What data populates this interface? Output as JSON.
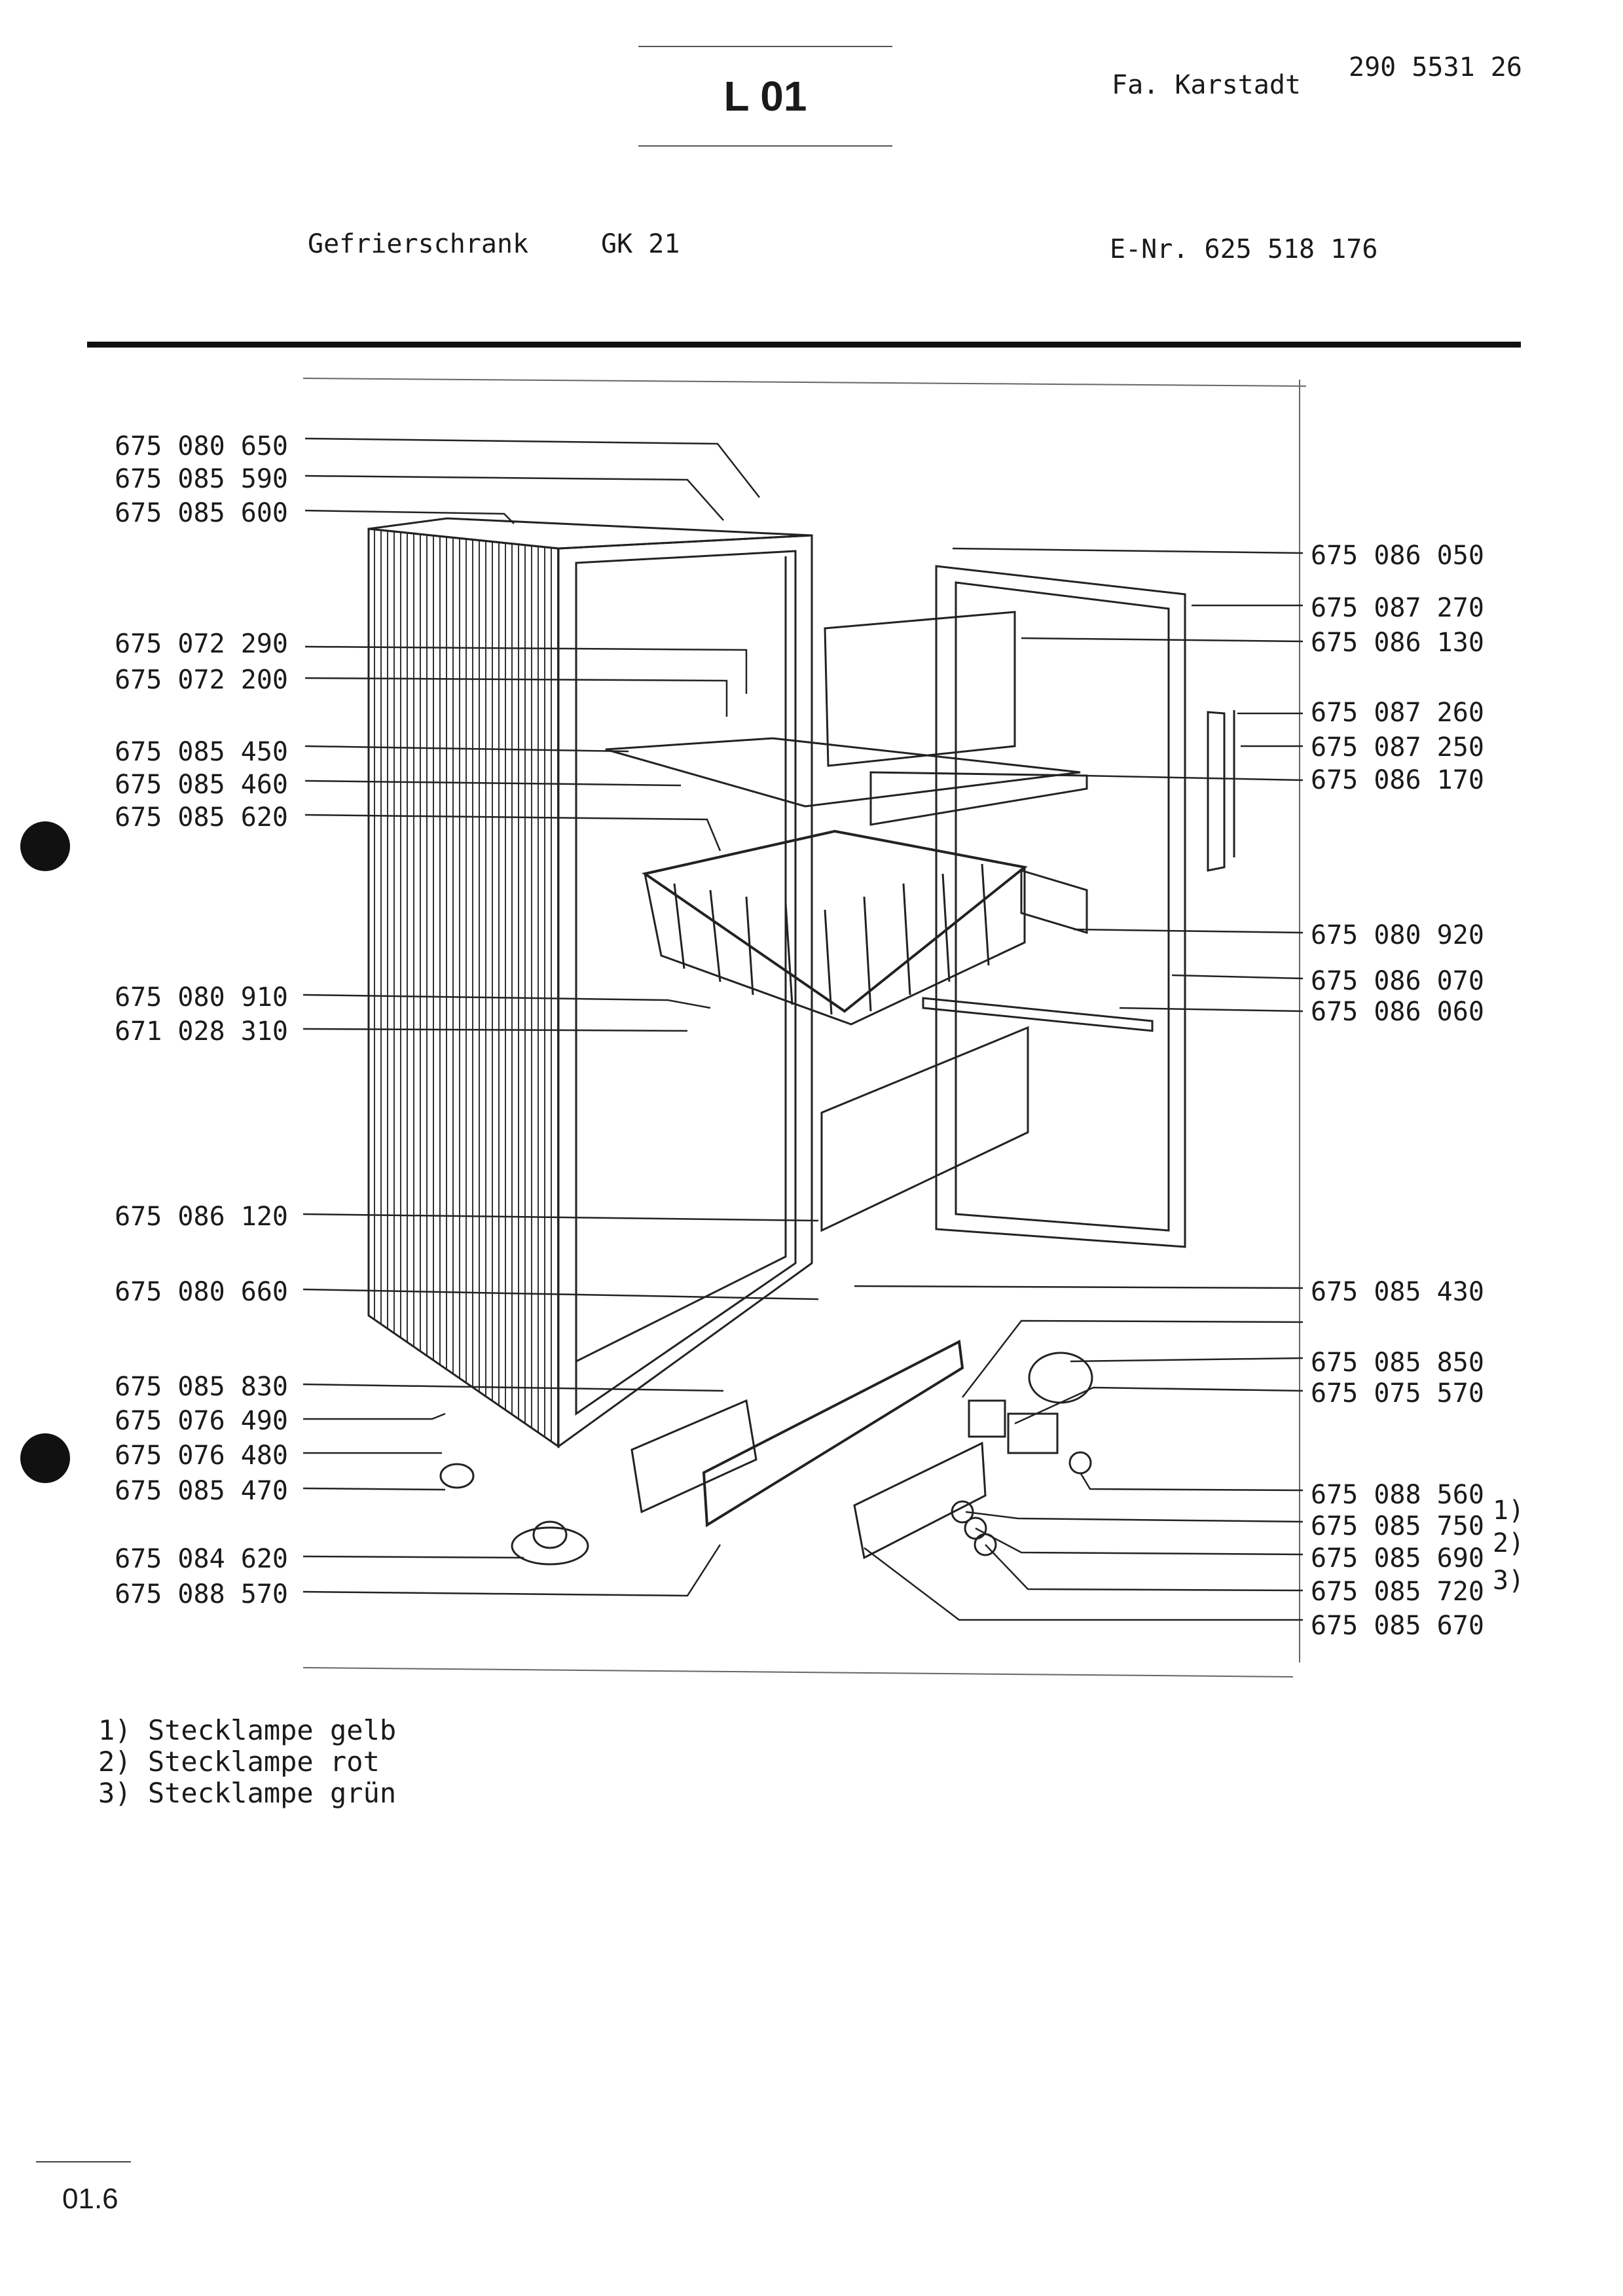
{
  "header": {
    "code": "L 01",
    "company": "Fa. Karstadt",
    "doc_number": "290 5531 26",
    "product": "Gefrierschrank",
    "model": "GK  21",
    "enr": "E-Nr. 625 518 176"
  },
  "parts_left": [
    "675 080 650",
    "675 085 590",
    "675 085 600",
    "675 072 290",
    "675 072 200",
    "675 085 450",
    "675 085 460",
    "675 085 620",
    "675 080 910",
    "671 028 310",
    "675 086 120",
    "675 080 660",
    "675 085 830",
    "675 076 490",
    "675 076 480",
    "675 085 470",
    "675 084 620",
    "675 088 570"
  ],
  "parts_right": [
    "675 086 050",
    "675 087 270",
    "675 086 130",
    "675 087 260",
    "675 087 250",
    "675 086 170",
    "675 080 920",
    "675 086 070",
    "675 086 060",
    "675 085 430",
    "675 085 850",
    "675 075 570",
    "675 088 560",
    "675 085 750",
    "675 085 690",
    "675 085 720",
    "675 085 670"
  ],
  "superscripts": [
    "1)",
    "2)",
    "3)"
  ],
  "notes": [
    "1) Stecklampe gelb",
    "2) Stecklampe rot",
    "3) Stecklampe grün"
  ],
  "footer": {
    "page": "01.6"
  }
}
